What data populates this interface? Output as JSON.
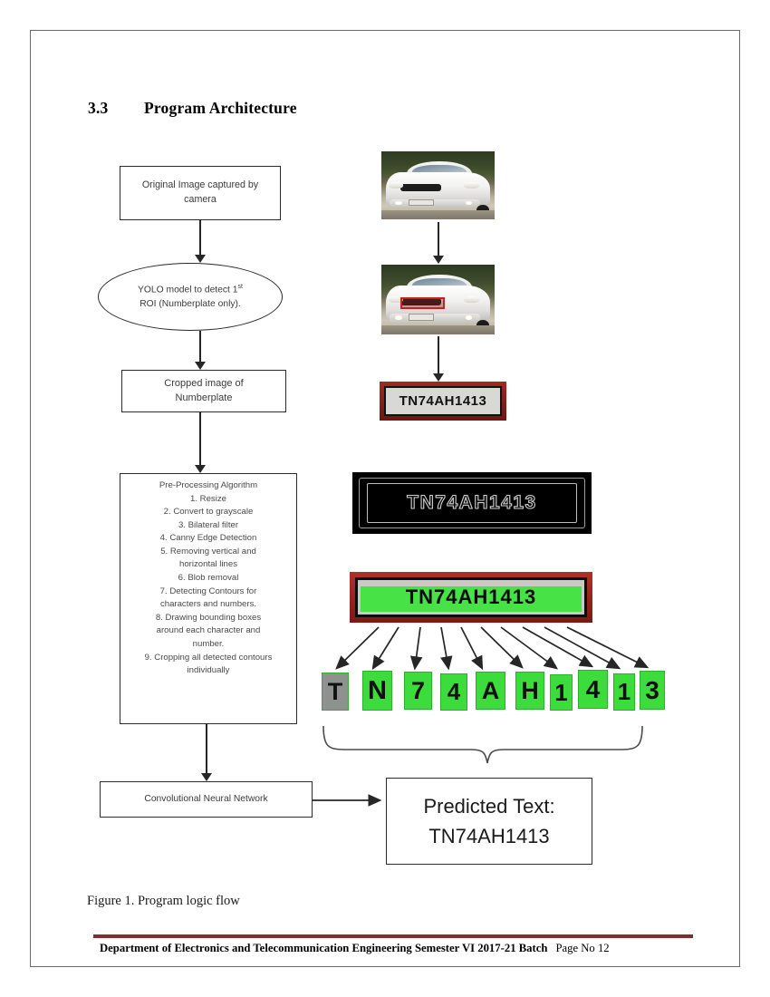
{
  "heading": {
    "number": "3.3",
    "title": "Program Architecture"
  },
  "flow": {
    "original_image": {
      "line1": "Original Image captured by",
      "line2": "camera"
    },
    "yolo": {
      "line1_pre": "YOLO model to detect 1",
      "line1_sup": "st",
      "line2": "ROI (Numberplate only)."
    },
    "cropped": {
      "line1": "Cropped image of",
      "line2": "Numberplate"
    },
    "preprocessing": {
      "title": "Pre-Processing Algorithm",
      "steps": [
        "1. Resize",
        "2. Convert to grayscale",
        "3. Bilateral filter",
        "4. Canny Edge Detection",
        "5. Removing vertical and",
        "horizontal lines",
        "6. Blob removal",
        "7. Detecting Contours for",
        "characters and numbers.",
        "8. Drawing bounding boxes",
        "around each character and",
        "number.",
        "9. Cropping all detected contours",
        "individually"
      ]
    },
    "cnn": {
      "label": "Convolutional Neural Network"
    },
    "predicted": {
      "line1": "Predicted Text:",
      "line2": "TN74AH1413"
    }
  },
  "images": {
    "car_original_alt": "white car front view photograph",
    "car_detected_alt": "white car with red numberplate detection box",
    "plate_crop_text": "TN74AH1413",
    "plate_edge_text": "TN74AH1413",
    "plate_green_text": "TN74AH1413",
    "characters": [
      "T",
      "N",
      "7",
      "4",
      "A",
      "H",
      "1",
      "4",
      "1",
      "3"
    ]
  },
  "caption": "Figure 1. Program logic flow",
  "footer": {
    "text": "Department of Electronics and Telecommunication Engineering Semester VI  2017-21 Batch",
    "page": "Page No 12"
  },
  "colors": {
    "footer_rule": "#7b3030",
    "detection_box": "#c1241f",
    "char_highlight": "#3ddc3d",
    "page_border": "#6b6b6b"
  }
}
